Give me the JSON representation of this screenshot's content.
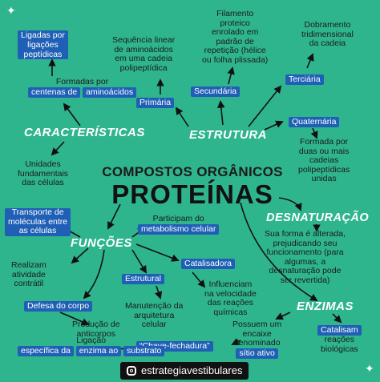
{
  "title": {
    "line1": "COMPOSTOS ORGÂNICOS",
    "line2": "PROTEÍNAS"
  },
  "headings": {
    "caracteristicas": "CARACTERÍSTICAS",
    "estrutura": "ESTRUTURA",
    "funcoes": "FUNÇÕES",
    "desnaturacao": "DESNATURAÇÃO",
    "enzimas": "ENZIMAS"
  },
  "caracteristicas": {
    "ligadas": [
      "Ligadas por",
      "ligações",
      "peptídicas"
    ],
    "formadas": [
      "Formadas por",
      "centenas de",
      "aminoácidos"
    ],
    "unidades": [
      "Unidades",
      "fundamentais",
      "das células"
    ]
  },
  "estrutura": {
    "primaria_label": "Primária",
    "primaria_desc": [
      "Sequência linear",
      "de aminoácidos",
      "em uma cadeia",
      "polipeptídica"
    ],
    "secundaria_label": "Secundária",
    "secundaria_desc": [
      "Filamento",
      "proteico",
      "enrolado em",
      "padrão de",
      "repetição (hélice",
      "ou folha plissada)"
    ],
    "terciaria_label": "Terciária",
    "terciaria_desc": [
      "Dobramento",
      "tridimensional",
      "da cadeia"
    ],
    "quaternaria_label": "Quaternária",
    "quaternaria_desc": [
      "Formada por",
      "duas ou mais",
      "cadeias",
      "polipeptídicas",
      "unidas"
    ]
  },
  "funcoes": {
    "transporte": [
      "Transporte de",
      "moléculas entre",
      "as células"
    ],
    "metabolismo": [
      "Participam do",
      "metabolismo celular"
    ],
    "catalisadora": "Catalisadora",
    "estrutural": "Estrutural",
    "influenciam": [
      "Influenciam",
      "na velocidade",
      "das reações",
      "químicas"
    ],
    "manutencao": [
      "Manutenção da",
      "arquitetura",
      "celular"
    ],
    "contratil": [
      "Realizam",
      "atividade",
      "contrátil"
    ],
    "defesa": "Defesa do corpo",
    "anticorpos": [
      "Produção de",
      "anticorpos"
    ],
    "chave": "“Chave-fechadura”",
    "ligacao": [
      "Ligação",
      "específica da",
      "enzima ao",
      "substrato"
    ]
  },
  "desnaturacao": {
    "desc": [
      "Sua forma é alterada,",
      "prejudicando seu",
      "funcionamento (para",
      "algumas, a",
      "desnaturação pode",
      "ser revertida)"
    ]
  },
  "enzimas": {
    "encaixe": [
      "Possuem um",
      "encaixe",
      "denominado",
      "sítio ativo"
    ],
    "catalisam": [
      "Catalisam",
      "reações",
      "biológicas"
    ]
  },
  "footer": {
    "handle": "estrategiavestibulares",
    "icon": "instagram-icon"
  },
  "colors": {
    "background": "#2fb58e",
    "highlight": "#1f5fb5",
    "heading": "#ffffff",
    "arrow": "#111111"
  }
}
